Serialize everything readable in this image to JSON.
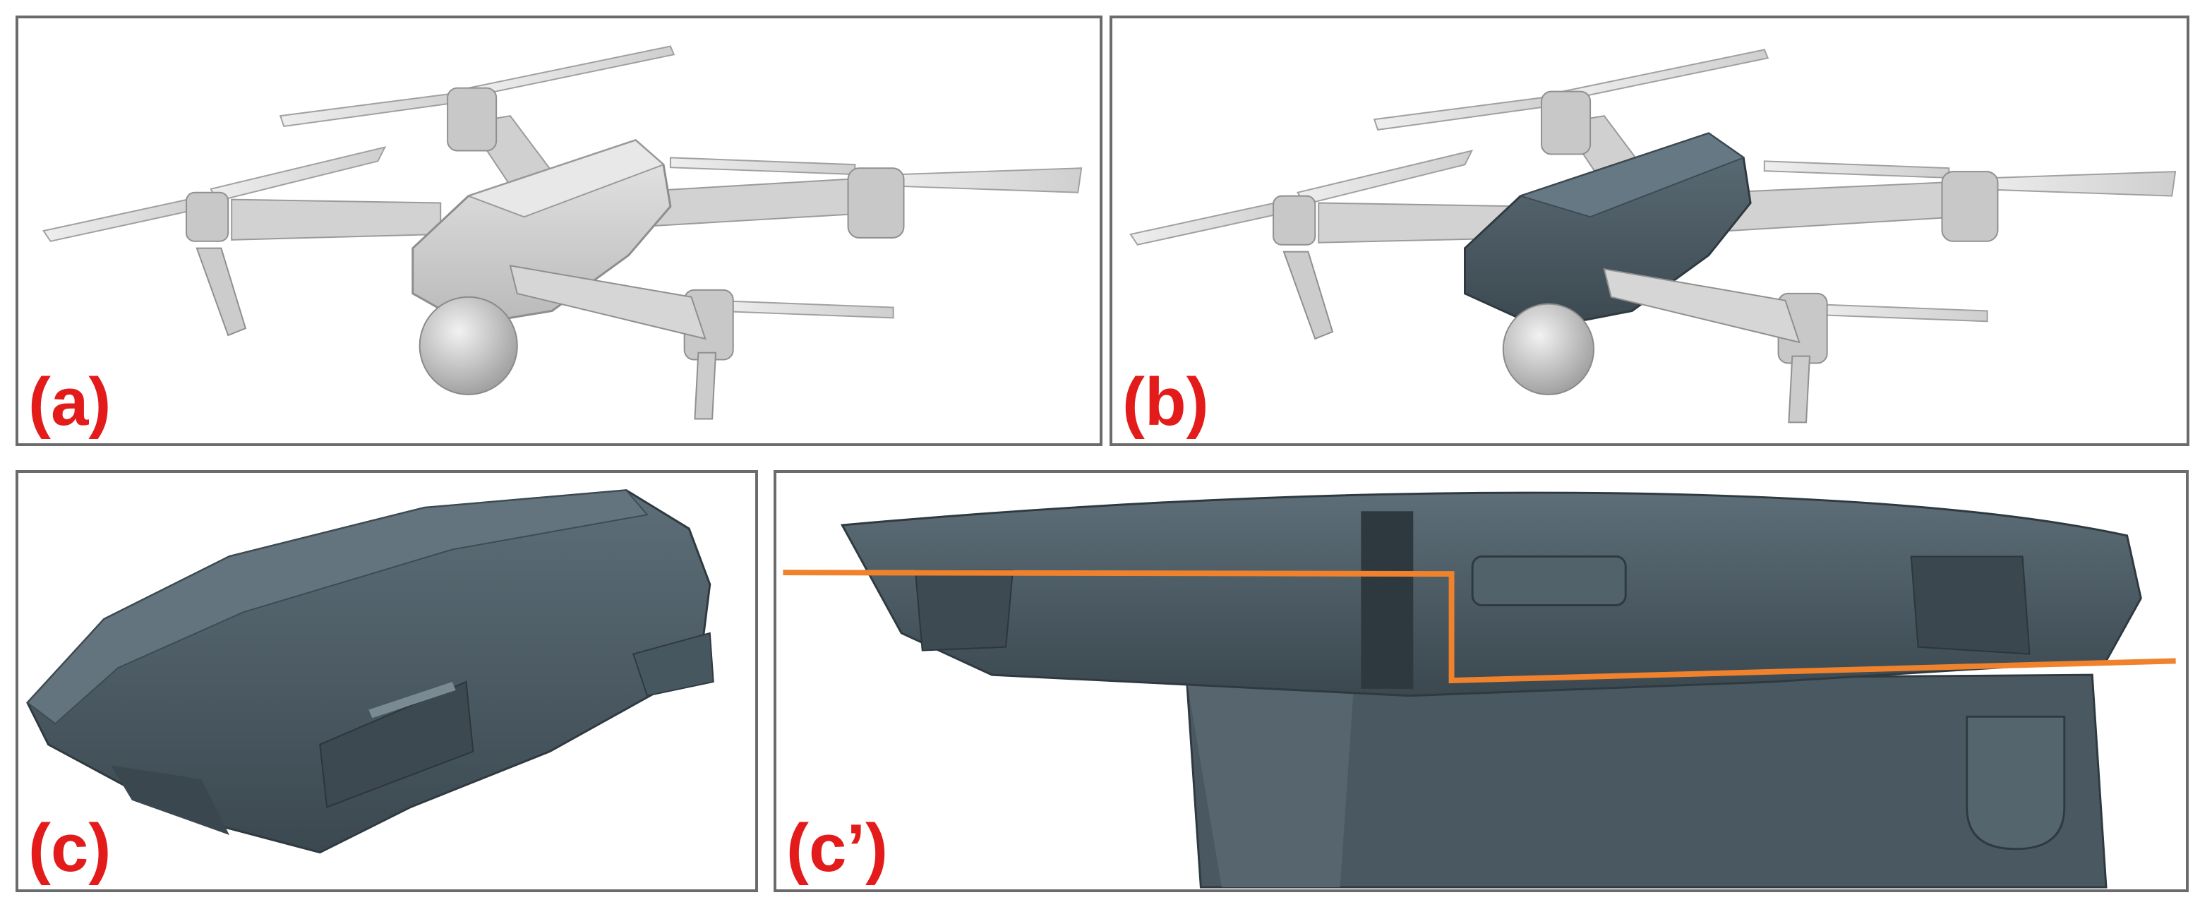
{
  "panels": [
    {
      "id": "a",
      "label": "(a)"
    },
    {
      "id": "b",
      "label": "(b)"
    },
    {
      "id": "c",
      "label": "(c)"
    },
    {
      "id": "c_prime",
      "label": "(c’)"
    }
  ],
  "colors": {
    "frame_border": "#6b6b6b",
    "label_red": "#e31b1b",
    "drone_light_gray": "#d6d6d6",
    "drone_mid_gray": "#bdbdbd",
    "body_dark_slate": "#4d5d66",
    "body_shadow": "#3a474e",
    "cut_line_orange": "#f0822d"
  }
}
